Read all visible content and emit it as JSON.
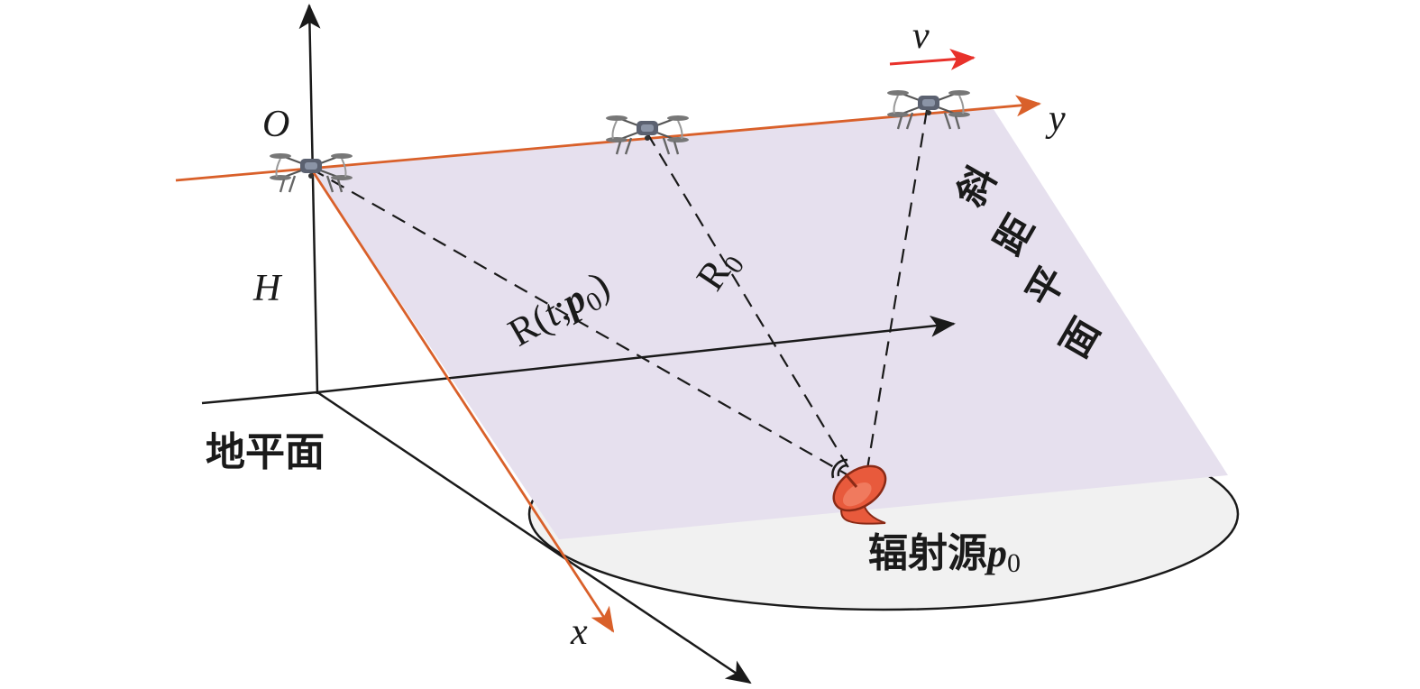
{
  "labels": {
    "origin": "O",
    "axis_y": "y",
    "axis_x": "x",
    "height": "H",
    "velocity": "v",
    "slant_range_t_prefix": "R(",
    "slant_range_t_var": "t",
    "slant_range_t_sep": ";",
    "slant_range_t_p": "p",
    "slant_range_t_sub": "0",
    "slant_range_t_suffix": ")",
    "closest_range": "R",
    "closest_range_sub": "0",
    "ground_plane": "地平面",
    "slant_plane_chars": [
      "斜",
      "距",
      "平",
      "面"
    ],
    "emitter_name": "辐射源",
    "emitter_p": "p",
    "emitter_sub": "0"
  },
  "icons": {
    "uav": "drone-icon",
    "emitter": "radar-dish-icon"
  },
  "colors": {
    "flight_axis": "#d9602a",
    "velocity_arrow": "#e8312a",
    "slant_plane_fill": "#e6e0ee",
    "ground_ellipse_fill": "#f1f1f1",
    "emitter": "#e85a3c",
    "axis_black": "#1a1a1a"
  }
}
